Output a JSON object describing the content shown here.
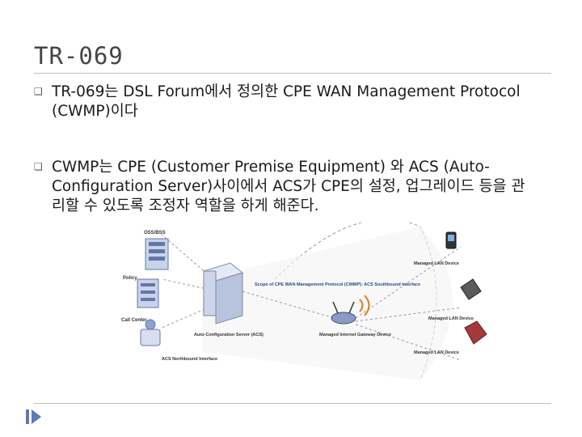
{
  "slide": {
    "title": "TR-069",
    "bullets": [
      {
        "text": "TR-069는 DSL Forum에서 정의한 CPE WAN Management Protocol (CWMP)이다"
      },
      {
        "text": "CWMP는 CPE (Customer Premise Equipment) 와 ACS (Auto-Configuration Server)사이에서 ACS가 CPE의 설정, 업그레이드 등을 관리할 수 있도록 조정자 역할을 하게 해준다."
      }
    ],
    "bullet_icon": "wingdings-bullet-icon"
  },
  "diagram": {
    "oss_bss": "OSS/BSS",
    "policy": "Policy",
    "call_center": "Call Center",
    "acs_label": "Auto-Configuration Server (ACS)",
    "acs_north": "ACS Northbound Interface",
    "scope_label": "Scope of CPE WAN Management Protocol (CWMP): ACS Southbound Interface",
    "gateway_label": "Managed Internet Gateway Device",
    "lan1": "Managed LAN Device",
    "lan2": "Managed LAN Device",
    "lan3": "Managed LAN Device"
  },
  "nav": {
    "icon": "slide-nav-arrow-icon"
  }
}
